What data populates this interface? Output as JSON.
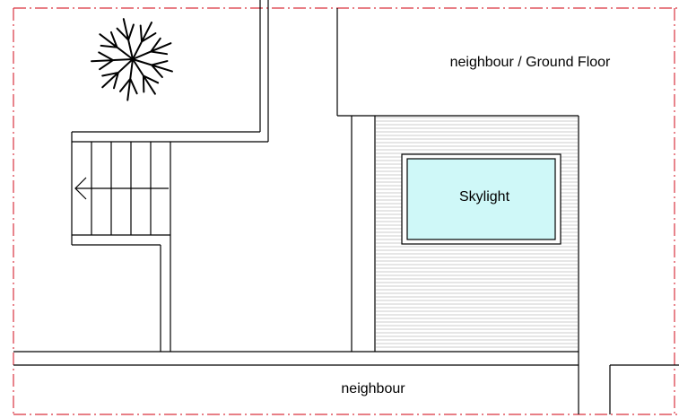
{
  "labels": {
    "neighbour_ground_floor": "neighbour / Ground Floor",
    "skylight": "Skylight",
    "neighbour_bottom": "neighbour"
  },
  "colors": {
    "line": "#000000",
    "boundary": "#d9333f",
    "skylight_fill": "#cff8f8",
    "hatch": "#bdbdbd",
    "background": "#ffffff"
  },
  "icons": {
    "tree": "tree-symbol-icon",
    "stair_arrow": "arrow-left-icon"
  }
}
